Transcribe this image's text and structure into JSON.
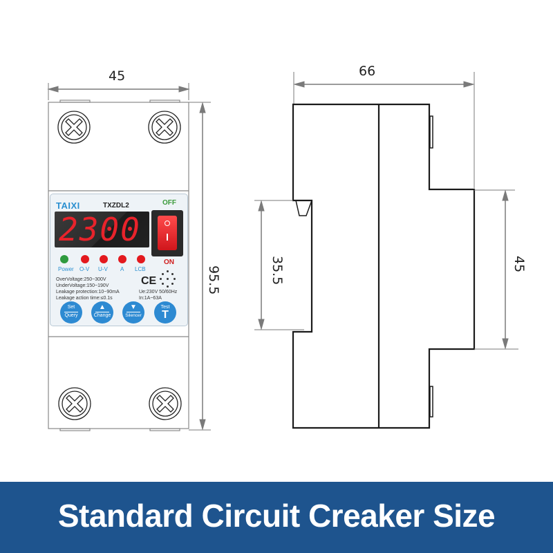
{
  "front_view": {
    "width_dim": "45",
    "height_dim": "95.5",
    "panel": {
      "brand": "TAIXI",
      "model": "TXZDL2",
      "display_value": "2300",
      "switch_off_label": "OFF",
      "switch_on_label": "ON",
      "switch_top_symbol": "O",
      "switch_bottom_symbol": "I",
      "indicators": [
        {
          "label": "Power",
          "color": "#2e9a3e"
        },
        {
          "label": "O-V",
          "color": "#e3191e"
        },
        {
          "label": "U-V",
          "color": "#e3191e"
        },
        {
          "label": "A",
          "color": "#e3191e"
        },
        {
          "label": "LCB",
          "color": "#e3191e"
        }
      ],
      "specs": [
        "OverVoltage:250~300V",
        "UnderVoltage:150~190V",
        "Leakage protection:10~90mA",
        "Leakage action time:≤0.1s"
      ],
      "ce_mark": "CE",
      "ratings": [
        "Ue:230V 50/60Hz",
        "In:1A~63A"
      ],
      "buttons": [
        {
          "top": "Set",
          "bottom": "Query"
        },
        {
          "top": "▲",
          "bottom": "Change"
        },
        {
          "top": "▼",
          "bottom": "Silencer"
        },
        {
          "top": "Test",
          "bottom": "T"
        }
      ]
    }
  },
  "side_view": {
    "depth_dim": "66",
    "rail_dim": "35.5",
    "front_height_dim": "45"
  },
  "banner": {
    "text": "Standard Circuit Creaker Size",
    "background": "#1e548e"
  },
  "colors": {
    "line": "#1a1a1a",
    "dimension": "#7a7a7a",
    "led_green": "#2e9a3e",
    "led_red": "#e3191e",
    "button_blue": "#2d8ad2",
    "brand_blue": "#2a8fd0"
  }
}
